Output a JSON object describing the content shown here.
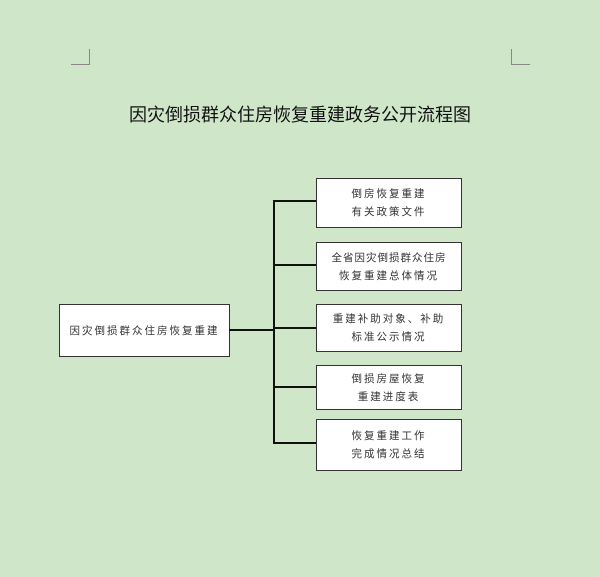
{
  "title": "因灾倒损群众住房恢复重建政务公开流程图",
  "root": "因灾倒损群众住房恢复重建",
  "branches": [
    {
      "line1": "倒房恢复重建",
      "line2": "有关政策文件"
    },
    {
      "line1": "全省因灾倒损群众住房",
      "line2": "恢复重建总体情况"
    },
    {
      "line1": "重建补助对象、补助",
      "line2": "标准公示情况"
    },
    {
      "line1": "倒损房屋恢复",
      "line2": "重建进度表"
    },
    {
      "line1": "恢复重建工作",
      "line2": "完成情况总结"
    }
  ]
}
